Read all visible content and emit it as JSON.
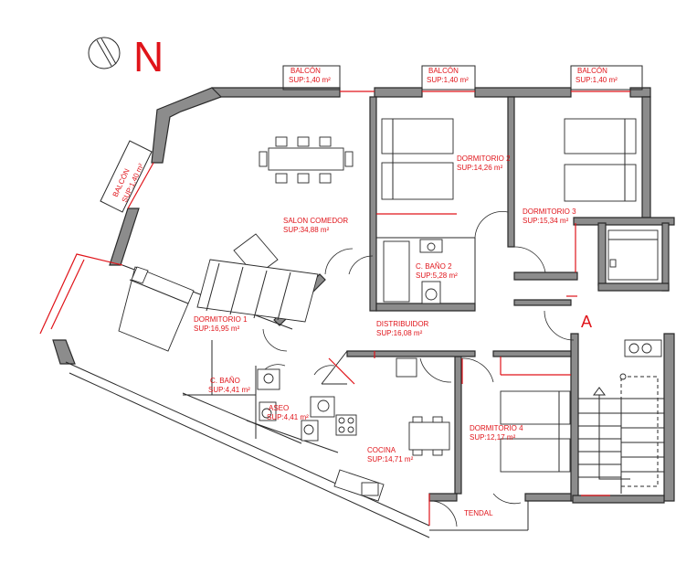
{
  "compass": {
    "letter": "N"
  },
  "entrance_marker": "A",
  "rooms": {
    "balcon_1": {
      "name": "BALCÓN",
      "area": "SUP:1,40 m²"
    },
    "balcon_2": {
      "name": "BALCÓN",
      "area": "SUP:1,40 m²"
    },
    "balcon_3": {
      "name": "BALCÓN",
      "area": "SUP:1,40 m²"
    },
    "balcon_4": {
      "name": "BALCÓN",
      "area": "SUP:1,40 m²"
    },
    "salon": {
      "name": "SALON COMEDOR",
      "area": "SUP:34,88 m²"
    },
    "dormitorio1": {
      "name": "DORMITORIO 1",
      "area": "SUP:16,95 m²"
    },
    "dormitorio2": {
      "name": "DORMITORIO 2",
      "area": "SUP:14,26 m²"
    },
    "dormitorio3": {
      "name": "DORMITORIO 3",
      "area": "SUP:15,34 m²"
    },
    "dormitorio4": {
      "name": "DORMITORIO 4",
      "area": "SUP:12,17 m²"
    },
    "bano1": {
      "name": "C. BAÑO",
      "area": "SUP:4,41 m²"
    },
    "bano2": {
      "name": "C. BAÑO 2",
      "area": "SUP:5,28 m²"
    },
    "aseo": {
      "name": "ASEO",
      "area": "SUP:4,41 m²"
    },
    "distribuidor": {
      "name": "DISTRIBUIDOR",
      "area": "SUP:16,08 m²"
    },
    "cocina": {
      "name": "COCINA",
      "area": "SUP:14,71 m²"
    },
    "tendal": {
      "name": "TENDAL"
    }
  },
  "colors": {
    "labels": "#e0141a",
    "walls": "#8c8c8c",
    "lines": "#2a2a2a"
  }
}
